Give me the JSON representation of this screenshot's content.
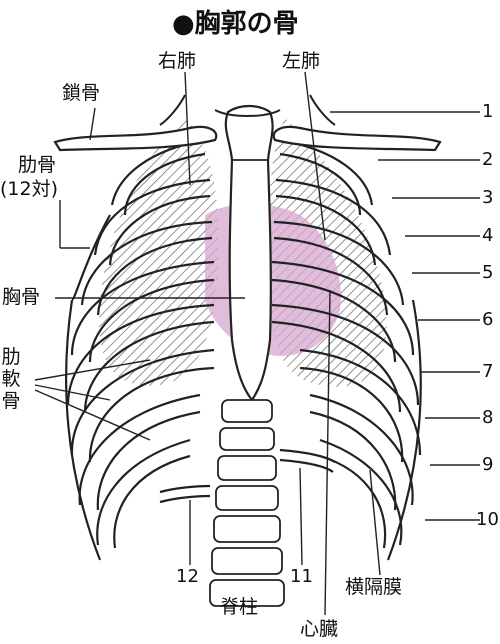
{
  "title": "●胸郭の骨",
  "labels": {
    "right_lung": "右肺",
    "left_lung": "左肺",
    "clavicle": "鎖骨",
    "ribs": "肋骨",
    "ribs_count": "(12対)",
    "sternum": "胸骨",
    "costal_cartilage": [
      "肋",
      "軟",
      "骨"
    ],
    "spine": "脊柱",
    "diaphragm": "横隔膜",
    "heart": "心臓"
  },
  "rib_numbers_right": [
    "1",
    "2",
    "3",
    "4",
    "5",
    "6",
    "7",
    "8",
    "9",
    "10"
  ],
  "rib_numbers_bottom": [
    "12",
    "11"
  ],
  "colors": {
    "heart": "#d7a6cf",
    "lines": "#222222",
    "hatch": "#333333"
  }
}
